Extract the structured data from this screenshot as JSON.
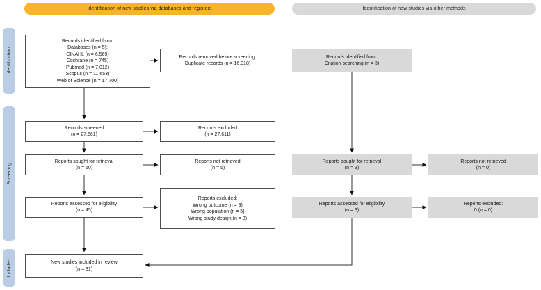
{
  "headers": {
    "databases_label": "Identification of new studies via databases and registers",
    "other_label": "Identification of new studies via other methods"
  },
  "sidebar": {
    "identification": "Identification",
    "screening": "Screening",
    "included": "Included"
  },
  "colors": {
    "header_yellow": "#F9B42A",
    "header_gray": "#D9D9D9",
    "sidebar_blue": "#B9CDE5",
    "box_gray": "#D9D9D9",
    "box_border": "#4D4D4D",
    "arrow": "#222222"
  },
  "boxes": {
    "db_identified": {
      "lines": [
        "Records identified from:",
        "Databases (n = 5):",
        "CINAHL (n = 6,569)",
        "Cochrane (n = 745)",
        "Pubmed (n = 7,012)",
        "Scopus (n = 11,653)",
        "Web of Science (n = 17,700)"
      ]
    },
    "dup_removed": {
      "lines": [
        "Records removed before screening:",
        "Duplicate records (n = 16,018)"
      ]
    },
    "citation_identified": {
      "lines": [
        "Records identified from:",
        "Citation searching (n = 3)"
      ]
    },
    "records_screened": {
      "lines": [
        "Records screened",
        "(n = 27,661)"
      ]
    },
    "records_excluded": {
      "lines": [
        "Records excluded",
        "(n = 27,611)"
      ]
    },
    "reports_sought_db": {
      "lines": [
        "Reports sought for retrieval",
        "(n = 50)"
      ]
    },
    "reports_not_retrieved_db": {
      "lines": [
        "Reports not retrieved",
        "(n = 5)"
      ]
    },
    "reports_sought_other": {
      "lines": [
        "Reports sought for retrieval",
        "(n = 3)"
      ]
    },
    "reports_not_retrieved_other": {
      "lines": [
        "Reports not retrieved",
        "(n = 0)"
      ]
    },
    "reports_assessed_db": {
      "lines": [
        "Reports assessed for eligibility",
        "(n = 45)"
      ]
    },
    "reports_excluded_db": {
      "lines": [
        "Reports excluded:",
        "Wrong outcome (n = 9)",
        "Wrong population (n = 5)",
        "Wrong study design (n = 3)"
      ]
    },
    "reports_assessed_other": {
      "lines": [
        "Reports assessed for eligibility",
        "(n = 3)"
      ]
    },
    "reports_excluded_other": {
      "lines": [
        "Reports excluded:",
        "0 (n = 0)"
      ]
    },
    "new_studies_included": {
      "lines": [
        "New studies included in review",
        "(n = 31)"
      ]
    }
  }
}
